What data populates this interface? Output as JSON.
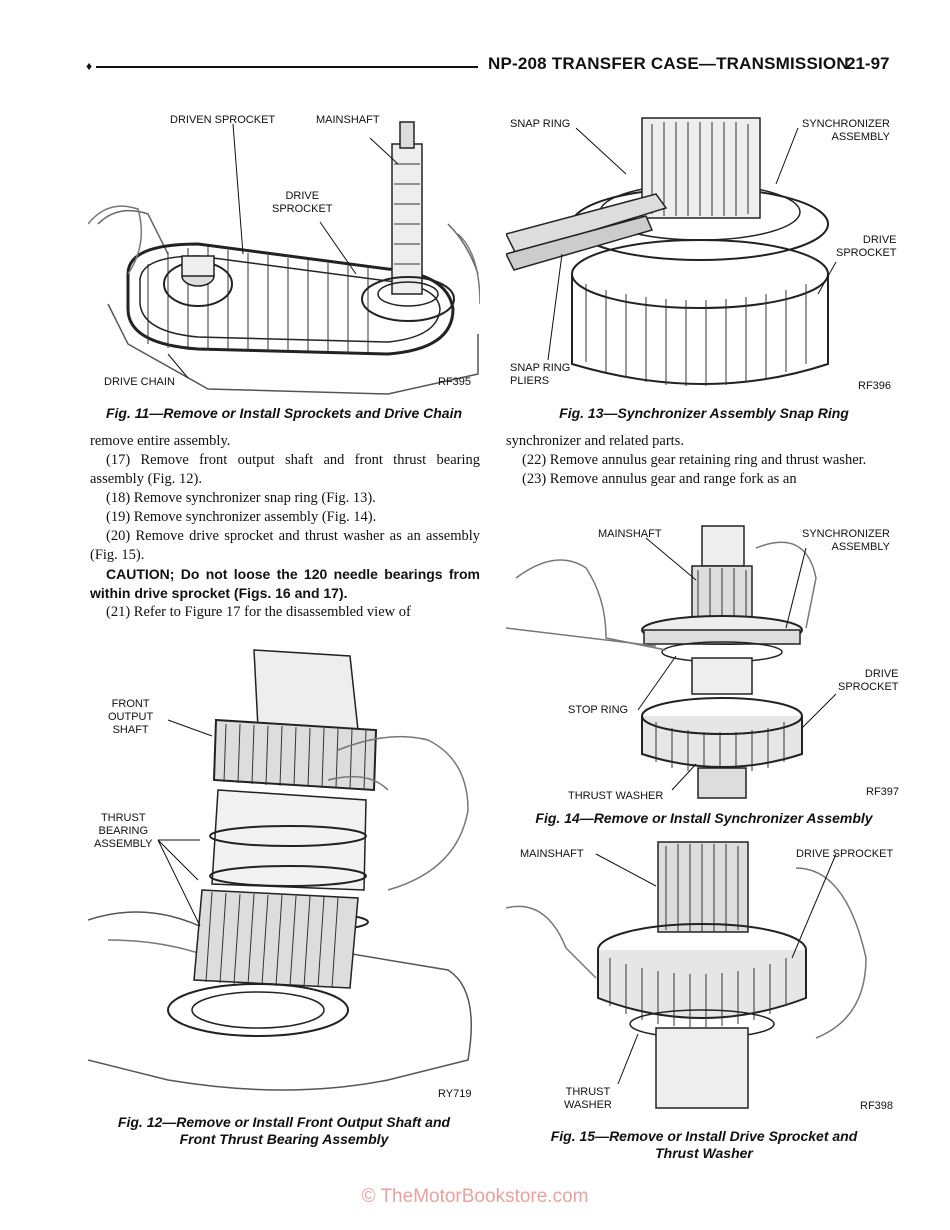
{
  "header": {
    "title": "NP-208 TRANSFER CASE—TRANSMISSION",
    "page_number": "21-97"
  },
  "fig11": {
    "labels": {
      "driven_sprocket": "DRIVEN SPROCKET",
      "mainshaft": "MAINSHAFT",
      "drive_sprocket": "DRIVE\nSPROCKET",
      "drive_chain": "DRIVE CHAIN"
    },
    "code": "RF395",
    "caption": "Fig. 11—Remove or Install Sprockets and Drive Chain"
  },
  "fig13": {
    "labels": {
      "snap_ring": "SNAP RING",
      "synchronizer_assembly": "SYNCHRONIZER\nASSEMBLY",
      "drive_sprocket": "DRIVE\nSPROCKET",
      "snap_ring_pliers": "SNAP RING\nPLIERS"
    },
    "code": "RF396",
    "caption": "Fig. 13—Synchronizer Assembly Snap Ring"
  },
  "text_left": {
    "p1": "remove entire assembly.",
    "p2": "(17) Remove front output shaft and front thrust bearing assembly (Fig. 12).",
    "p3": "(18) Remove synchronizer snap ring (Fig. 13).",
    "p4": "(19) Remove synchronizer assembly (Fig. 14).",
    "p5": "(20) Remove drive sprocket and thrust washer as an assembly (Fig. 15).",
    "caution": "CAUTION; Do not loose the 120 needle bearings from within drive sprocket (Figs. 16 and 17).",
    "p6": "(21) Refer to Figure 17 for the disassembled view of"
  },
  "text_right": {
    "p1": "synchronizer and related parts.",
    "p2": "(22) Remove annulus gear retaining ring and thrust washer.",
    "p3": "(23) Remove annulus gear and range fork as an"
  },
  "fig14": {
    "labels": {
      "mainshaft": "MAINSHAFT",
      "synchronizer_assembly": "SYNCHRONIZER\nASSEMBLY",
      "drive_sprocket": "DRIVE\nSPROCKET",
      "stop_ring": "STOP RING",
      "thrust_washer": "THRUST WASHER"
    },
    "code": "RF397",
    "caption": "Fig. 14—Remove or Install Synchronizer Assembly"
  },
  "fig12": {
    "labels": {
      "front_output_shaft": "FRONT\nOUTPUT\nSHAFT",
      "thrust_bearing_assembly": "THRUST\nBEARING\nASSEMBLY"
    },
    "code": "RY719",
    "caption": "Fig. 12—Remove or Install Front Output Shaft and\nFront Thrust Bearing Assembly"
  },
  "fig15": {
    "labels": {
      "mainshaft": "MAINSHAFT",
      "drive_sprocket": "DRIVE SPROCKET",
      "thrust_washer": "THRUST\nWASHER"
    },
    "code": "RF398",
    "caption": "Fig. 15—Remove or Install Drive Sprocket and\nThrust Washer"
  },
  "footer": {
    "copyright": "© TheMotorBookstore.com"
  },
  "colors": {
    "ink": "#111111",
    "watermark": "#e9a0a0"
  }
}
